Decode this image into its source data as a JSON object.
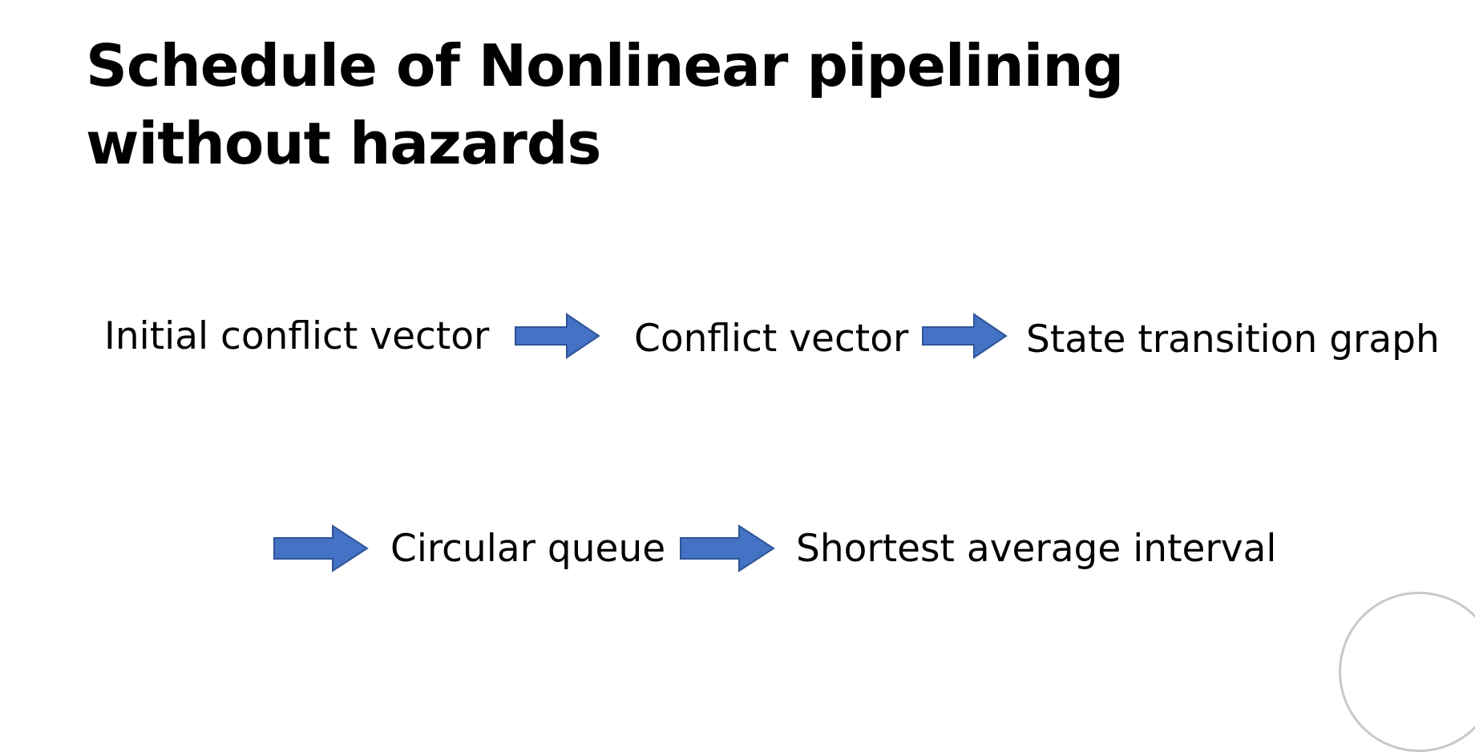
{
  "slide": {
    "title": "Schedule of Nonlinear pipelining without hazards",
    "flow_row_1": [
      "Initial conflict vector",
      "Conflict vector",
      "State transition graph"
    ],
    "flow_row_2": [
      "Circular queue",
      "Shortest average interval"
    ]
  },
  "colors": {
    "arrow_fill": "#4472C4",
    "arrow_stroke": "#2F5597",
    "text": "#000000",
    "background": "#FFFFFF"
  },
  "icons": {
    "arrow": "right-arrow-icon"
  }
}
